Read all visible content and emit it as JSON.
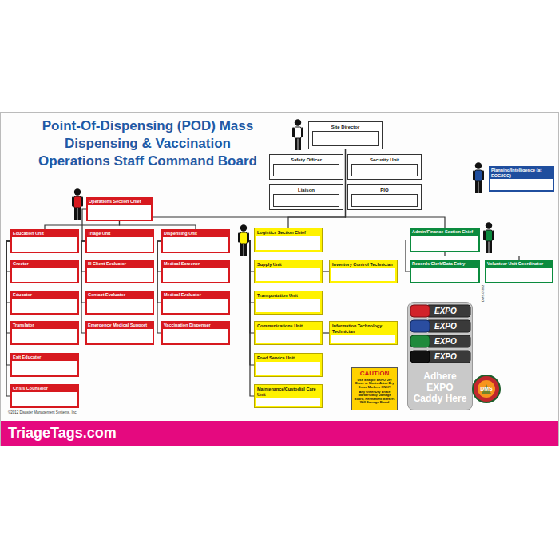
{
  "diagram": {
    "title": "Point-Of-Dispensing (POD) Mass Dispensing & Vaccination Operations Staff Command Board",
    "nodes": [
      {
        "text": [
          "Site Director"
        ]
      },
      {
        "text": [
          "Safety Officer"
        ]
      },
      {
        "text": [
          "Security Unit"
        ]
      },
      {
        "text": [
          "Liaison"
        ]
      },
      {
        "text": [
          "PIO"
        ]
      },
      {
        "text": [
          "Planning/Intelligence (at EOC/ICC)"
        ]
      },
      {
        "text": [
          "Operations Section Chief"
        ]
      },
      {
        "text": [
          "Education Unit"
        ]
      },
      {
        "text": [
          "Greeter"
        ]
      },
      {
        "text": [
          "Educator"
        ]
      },
      {
        "text": [
          "Translator"
        ]
      },
      {
        "text": [
          "Exit Educator"
        ]
      },
      {
        "text": [
          "Crisis Counselor"
        ]
      },
      {
        "text": [
          "Triage Unit"
        ]
      },
      {
        "text": [
          "Ill Client Evaluator"
        ]
      },
      {
        "text": [
          "Contact Evaluator"
        ]
      },
      {
        "text": [
          "Emergency Medical Support"
        ]
      },
      {
        "text": [
          "Dispensing Unit"
        ]
      },
      {
        "text": [
          "Medical Screener"
        ]
      },
      {
        "text": [
          "Medical Evaluator"
        ]
      },
      {
        "text": [
          "Vaccination Dispenser"
        ]
      },
      {
        "text": [
          "Logistics Section Chief"
        ]
      },
      {
        "text": [
          "Supply Unit"
        ]
      },
      {
        "text": [
          "Inventory Control Technician"
        ]
      },
      {
        "text": [
          "Transportation Unit"
        ]
      },
      {
        "text": [
          "Communications Unit"
        ]
      },
      {
        "text": [
          "Information Technology Technician"
        ]
      },
      {
        "text": [
          "Food Service Unit"
        ]
      },
      {
        "text": [
          "Maintenance/Custodial Care Unit"
        ]
      },
      {
        "text": [
          "Admin/Finance Section Chief"
        ]
      },
      {
        "text": [
          "Records Clerk/Data Entry"
        ]
      },
      {
        "text": [
          "Volunteer Unit Coordinator"
        ]
      },
      {
        "text": [
          "CAUTION",
          "Use Sharpie EXPO Dry Erase or Marks-A-Lot Dry Erase Markers ONLY!",
          "Any Other Dry Erase Markers May Damage Board, Permanent Markers Will Damage Board"
        ]
      },
      {
        "text": [
          "Adhere EXPO Caddy Here"
        ]
      }
    ],
    "edges": [
      {
        "from": 0,
        "to": 6,
        "arrow": "none"
      },
      {
        "from": 0,
        "to": 21,
        "arrow": "none"
      },
      {
        "from": 0,
        "to": 29,
        "arrow": "none"
      },
      {
        "from": 6,
        "to": 7,
        "arrow": "none"
      },
      {
        "from": 6,
        "to": 13,
        "arrow": "none"
      },
      {
        "from": 6,
        "to": 17,
        "arrow": "none"
      },
      {
        "from": 7,
        "to": 8,
        "arrow": "none"
      },
      {
        "from": 7,
        "to": 9,
        "arrow": "none"
      },
      {
        "from": 7,
        "to": 10,
        "arrow": "none"
      },
      {
        "from": 7,
        "to": 11,
        "arrow": "none"
      },
      {
        "from": 7,
        "to": 12,
        "arrow": "none"
      },
      {
        "from": 13,
        "to": 14,
        "arrow": "none"
      },
      {
        "from": 13,
        "to": 15,
        "arrow": "none"
      },
      {
        "from": 13,
        "to": 16,
        "arrow": "none"
      },
      {
        "from": 17,
        "to": 18,
        "arrow": "none"
      },
      {
        "from": 17,
        "to": 19,
        "arrow": "none"
      },
      {
        "from": 17,
        "to": 20,
        "arrow": "none"
      },
      {
        "from": 21,
        "to": 22,
        "arrow": "none"
      },
      {
        "from": 21,
        "to": 24,
        "arrow": "none"
      },
      {
        "from": 21,
        "to": 25,
        "arrow": "none"
      },
      {
        "from": 21,
        "to": 27,
        "arrow": "none"
      },
      {
        "from": 21,
        "to": 28,
        "arrow": "none"
      },
      {
        "from": 22,
        "to": 23,
        "arrow": "none"
      },
      {
        "from": 25,
        "to": 26,
        "arrow": "none"
      },
      {
        "from": 29,
        "to": 30,
        "arrow": "none"
      },
      {
        "from": 29,
        "to": 31,
        "arrow": "none"
      }
    ],
    "labels": [
      "©2012 Disaster Management Systems, Inc.",
      "TriageTags.com",
      "EXPO",
      "EXPO",
      "EXPO",
      "EXPO",
      "DMS",
      "DMS-05882"
    ]
  }
}
